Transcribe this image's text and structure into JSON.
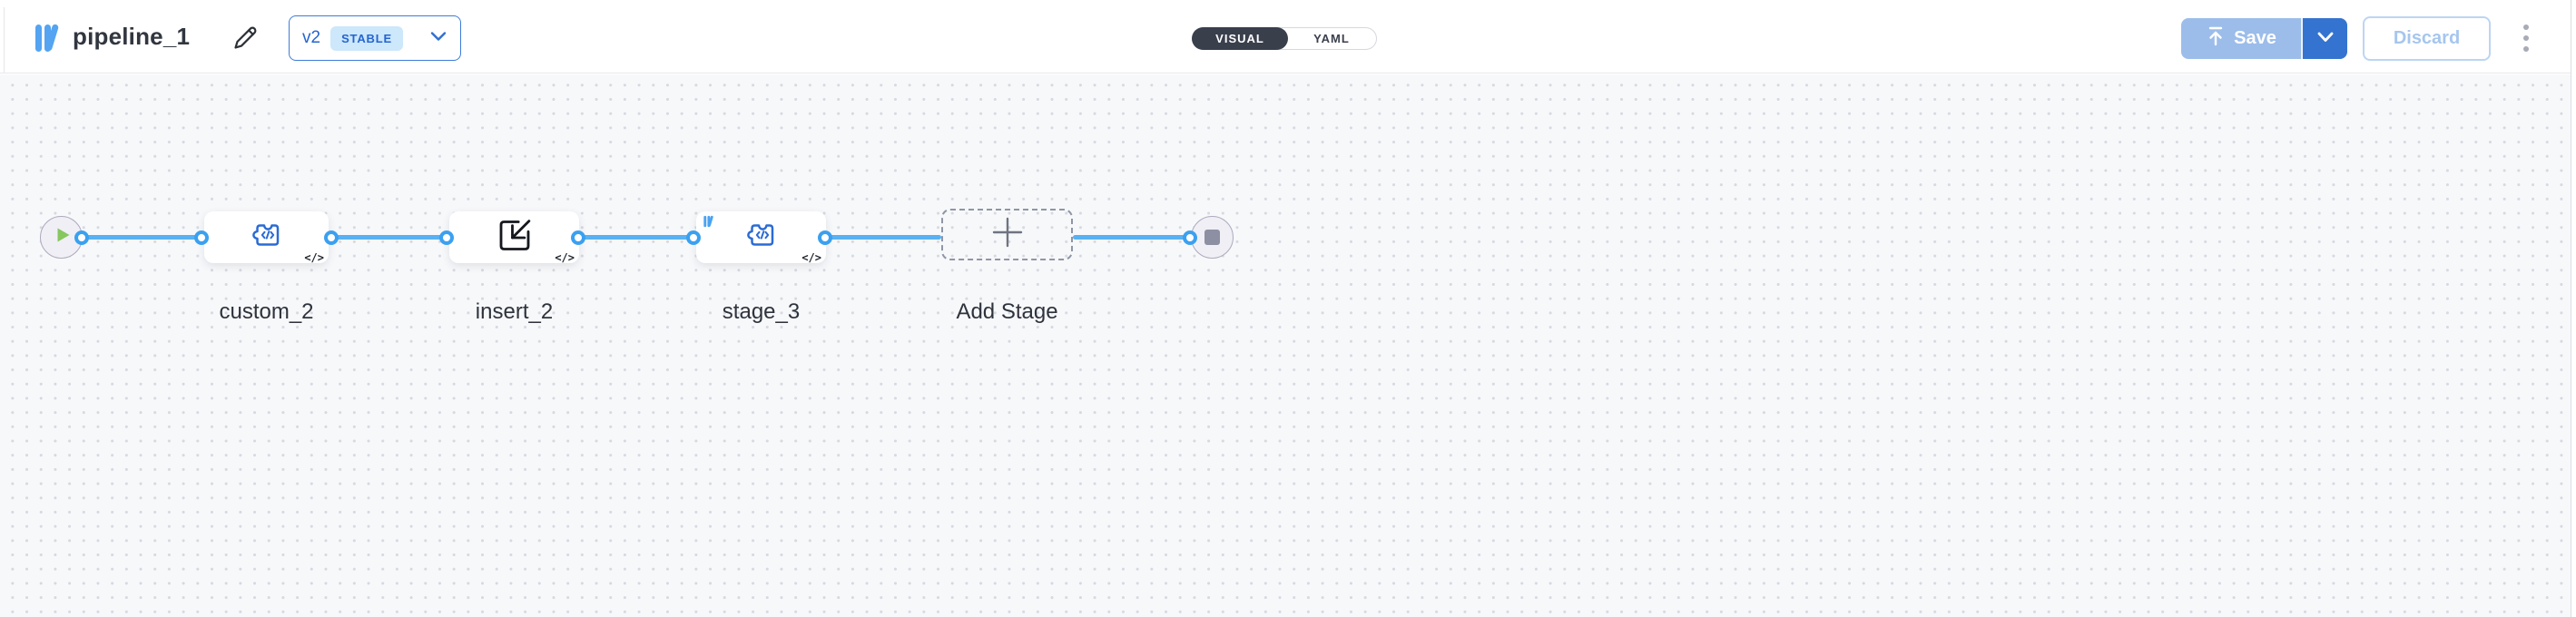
{
  "header": {
    "title": "pipeline_1",
    "version": {
      "label": "v2",
      "status": "STABLE"
    },
    "view_toggle": {
      "visual": "VISUAL",
      "yaml": "YAML",
      "selected": "VISUAL"
    },
    "actions": {
      "save": "Save",
      "discard": "Discard"
    }
  },
  "pipeline": {
    "stages": [
      {
        "id": "custom_2",
        "label": "custom_2",
        "icon": "puzzle-code"
      },
      {
        "id": "insert_2",
        "label": "insert_2",
        "icon": "import-arrow"
      },
      {
        "id": "stage_3",
        "label": "stage_3",
        "icon": "puzzle-code",
        "corner_badge": "brand-logo"
      },
      {
        "id": "add_stage",
        "label": "Add Stage",
        "icon": "plus"
      }
    ],
    "code_badge": "</>",
    "terminals": {
      "start": "play",
      "end": "stop"
    }
  },
  "colors": {
    "accent_blue": "#2a6bd4",
    "connector_blue": "#58b1f2",
    "port_ring": "#3ba0f0",
    "save_inactive": "#9cbdea",
    "save_menu": "#3474d0",
    "discard_text": "#a6c6ee",
    "stable_badge_bg": "#cde7fb",
    "toggle_dark": "#3a3f4c",
    "play_green": "#86c75f",
    "stop_gray": "#8d90a3",
    "canvas_bg": "#f7f8fa"
  }
}
